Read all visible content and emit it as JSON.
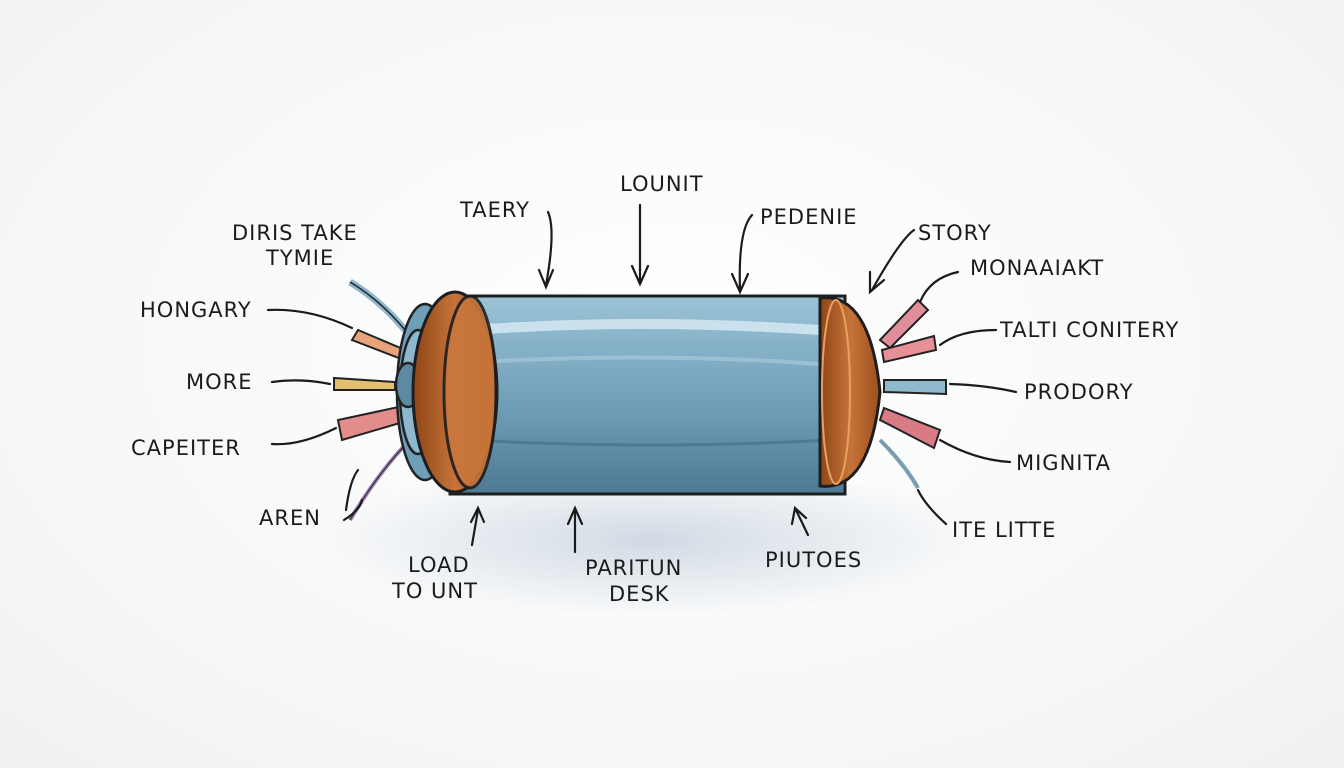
{
  "labels": {
    "taery": "TAERY",
    "lounit": "LOUNIT",
    "pedenie": "PEDENIE",
    "diris_take": "DIRIS TAKE",
    "tymie": "TYMIE",
    "story": "STORY",
    "monaaiakt": "MONAAIAKT",
    "hongary": "HONGARY",
    "talti_conitery": "TALTI CONITERY",
    "more": "MORE",
    "prodory": "PRODORY",
    "capeiter": "CAPEITER",
    "mignita": "MIGNITA",
    "aren": "AREN",
    "ite_litte": "ITE LITTE",
    "load": "LOAD",
    "to_unt": "TO UNT",
    "paritun": "PARITUN",
    "desk": "DESK",
    "piutoes": "PIUTOES"
  },
  "colors": {
    "body": "#7fa9c0",
    "body_dark": "#4f7d96",
    "cap": "#b8642a",
    "ink": "#1b1b1b"
  }
}
